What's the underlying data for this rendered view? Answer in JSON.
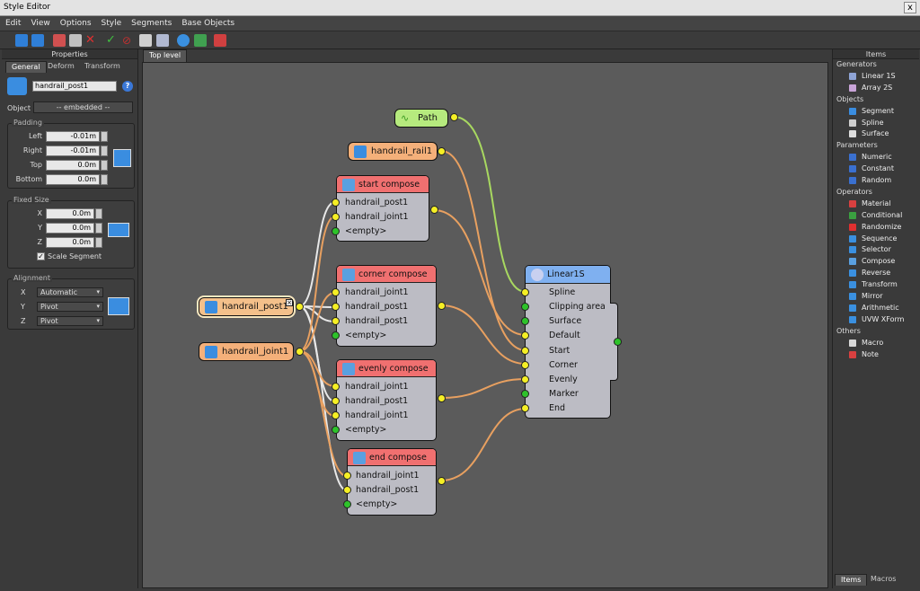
{
  "window": {
    "title": "Style Editor",
    "close": "x"
  },
  "menu": [
    "Edit",
    "View",
    "Options",
    "Style",
    "Segments",
    "Base Objects"
  ],
  "props": {
    "header": "Properties",
    "tabs": [
      "General",
      "Deform",
      "Transform"
    ],
    "name": "handrail_post1",
    "help": "?",
    "object_label": "Object",
    "object_value": "-- embedded --",
    "padding": {
      "title": "Padding",
      "left_label": "Left",
      "left": "-0.01m",
      "right_label": "Right",
      "right": "-0.01m",
      "top_label": "Top",
      "top": "0.0m",
      "bottom_label": "Bottom",
      "bottom": "0.0m"
    },
    "fixed": {
      "title": "Fixed Size",
      "x_label": "X",
      "x": "0.0m",
      "y_label": "Y",
      "y": "0.0m",
      "z_label": "Z",
      "z": "0.0m",
      "scale": "Scale Segment"
    },
    "align": {
      "title": "Alignment",
      "x_label": "X",
      "x": "Automatic",
      "y_label": "Y",
      "y": "Pivot",
      "z_label": "Z",
      "z": "Pivot"
    }
  },
  "canvas": {
    "tab": "Top level"
  },
  "nodes": {
    "path": "Path",
    "rail": "handrail_rail1",
    "post": "handrail_post1",
    "joint": "handrail_joint1",
    "start": {
      "title": "start compose",
      "rows": [
        "handrail_post1",
        "handrail_joint1",
        "<empty>"
      ]
    },
    "corner": {
      "title": "corner compose",
      "rows": [
        "handrail_joint1",
        "handrail_post1",
        "handrail_post1",
        "<empty>"
      ]
    },
    "evenly": {
      "title": "evenly compose",
      "rows": [
        "handrail_joint1",
        "handrail_post1",
        "handrail_joint1",
        "<empty>"
      ]
    },
    "end": {
      "title": "end compose",
      "rows": [
        "handrail_joint1",
        "handrail_post1",
        "<empty>"
      ]
    },
    "linear": {
      "title": "Linear1S",
      "rows": [
        "Spline",
        "Clipping area",
        "Surface",
        "Default",
        "Start",
        "Corner",
        "Evenly",
        "Marker",
        "End"
      ]
    }
  },
  "items": {
    "header": "Items",
    "tabs": [
      "Items",
      "Macros"
    ],
    "groups": [
      {
        "name": "Generators",
        "items": [
          {
            "label": "Linear 1S",
            "icon": "linear-icon",
            "color": "#8fa4d6"
          },
          {
            "label": "Array 2S",
            "icon": "array-icon",
            "color": "#c9a4d8"
          }
        ]
      },
      {
        "name": "Objects",
        "items": [
          {
            "label": "Segment",
            "icon": "segment-icon",
            "color": "#3a8de0"
          },
          {
            "label": "Spline",
            "icon": "spline-icon",
            "color": "#cfcfcf"
          },
          {
            "label": "Surface",
            "icon": "surface-icon",
            "color": "#dddddd"
          }
        ]
      },
      {
        "name": "Parameters",
        "items": [
          {
            "label": "Numeric",
            "icon": "numeric-icon",
            "color": "#3a70d0"
          },
          {
            "label": "Constant",
            "icon": "constant-icon",
            "color": "#3a70d0"
          },
          {
            "label": "Random",
            "icon": "random-icon",
            "color": "#3a70d0"
          }
        ]
      },
      {
        "name": "Operators",
        "items": [
          {
            "label": "Material",
            "icon": "material-icon",
            "color": "#d84040"
          },
          {
            "label": "Conditional",
            "icon": "conditional-icon",
            "color": "#3aa040"
          },
          {
            "label": "Randomize",
            "icon": "randomize-icon",
            "color": "#e03030"
          },
          {
            "label": "Sequence",
            "icon": "sequence-icon",
            "color": "#3a90e0"
          },
          {
            "label": "Selector",
            "icon": "selector-icon",
            "color": "#3a90e0"
          },
          {
            "label": "Compose",
            "icon": "compose-icon",
            "color": "#5aa0e0"
          },
          {
            "label": "Reverse",
            "icon": "reverse-icon",
            "color": "#3a90e0"
          },
          {
            "label": "Transform",
            "icon": "transform-icon",
            "color": "#3a90e0"
          },
          {
            "label": "Mirror",
            "icon": "mirror-icon",
            "color": "#3a90e0"
          },
          {
            "label": "Arithmetic",
            "icon": "arithmetic-icon",
            "color": "#3a90e0"
          },
          {
            "label": "UVW XForm",
            "icon": "uvw-icon",
            "color": "#3a90e0"
          }
        ]
      },
      {
        "name": "Others",
        "items": [
          {
            "label": "Macro",
            "icon": "macro-icon",
            "color": "#d8d8d8"
          },
          {
            "label": "Note",
            "icon": "note-icon",
            "color": "#d84040"
          }
        ]
      }
    ]
  }
}
